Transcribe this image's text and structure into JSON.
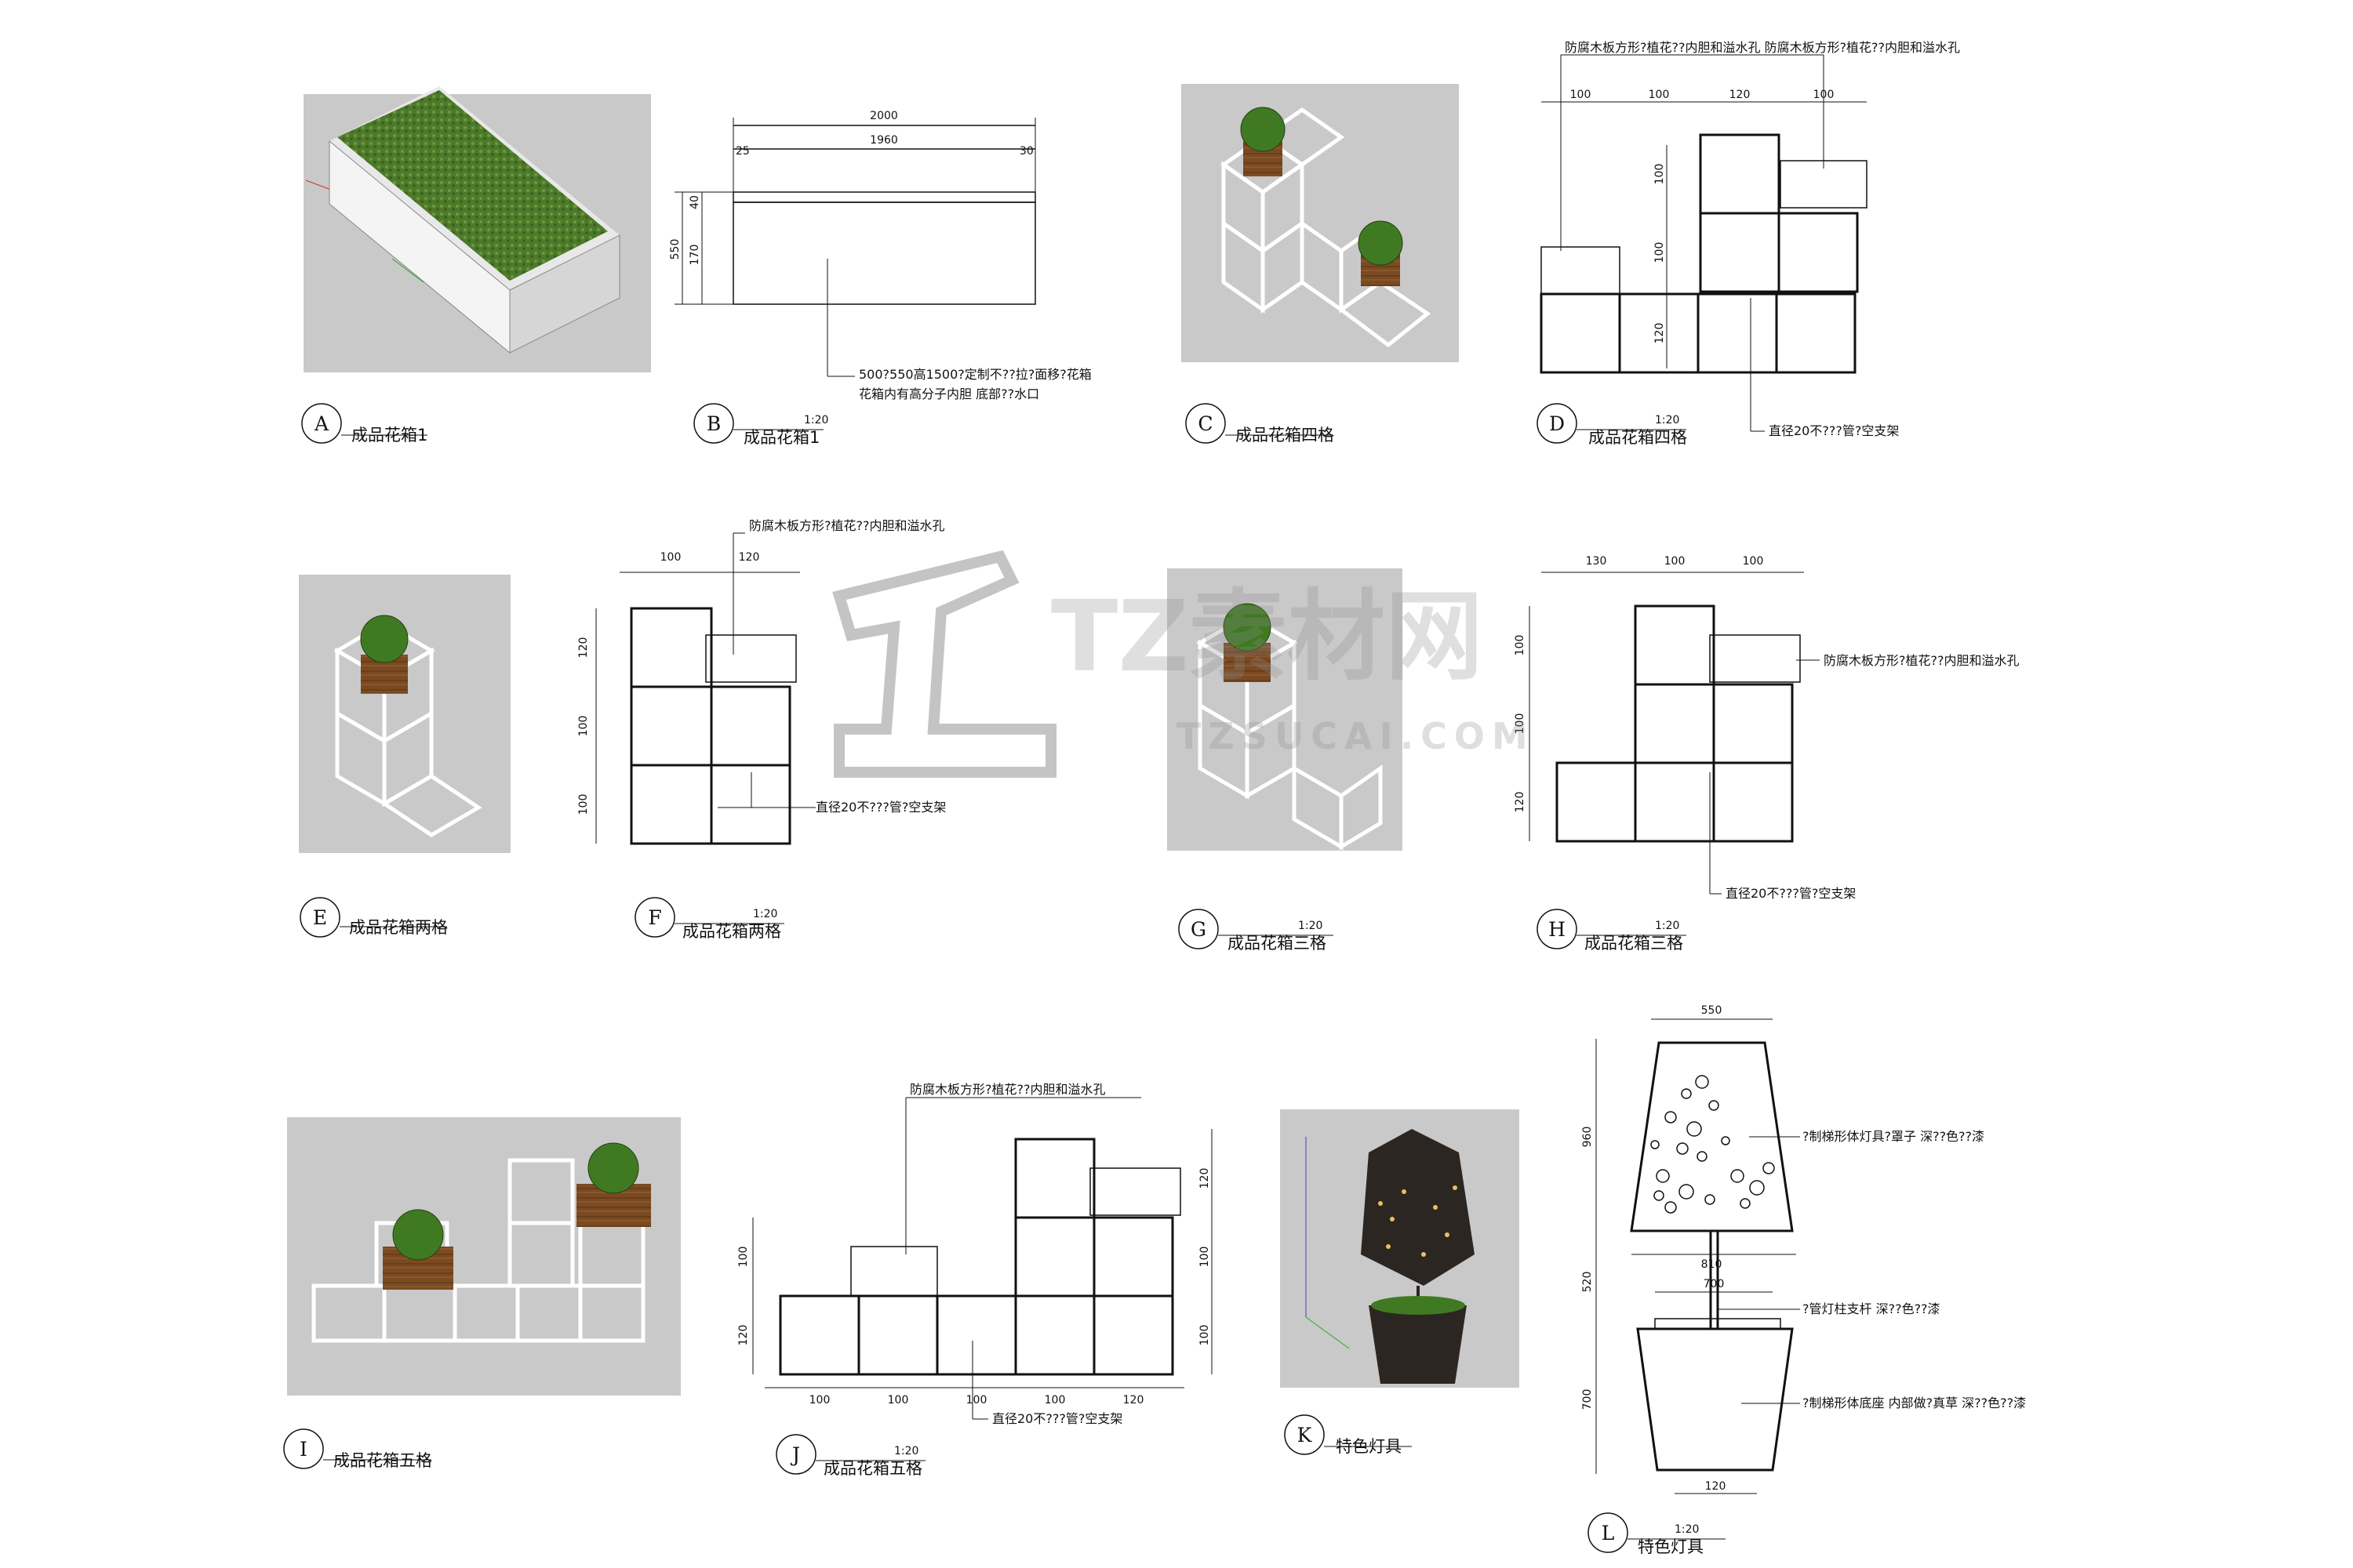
{
  "panels": {
    "A": {
      "letter": "A",
      "title": "成品花箱1"
    },
    "B": {
      "letter": "B",
      "title": "成品花箱1",
      "scale": "1:20",
      "dims": {
        "total": "2000",
        "inner": "1960",
        "left": "25",
        "right": "30",
        "height": "550",
        "h_top": "40",
        "h_mid": "170"
      },
      "note1": "500?550高1500?定制不??拉?面移?花箱",
      "note2": "花箱内有高分子内胆    底部??水口"
    },
    "C": {
      "letter": "C",
      "title": "成品花箱四格"
    },
    "D": {
      "letter": "D",
      "title": "成品花箱四格",
      "scale": "1:20",
      "dims": [
        "100",
        "100",
        "120",
        "100"
      ],
      "vdims": [
        "100",
        "100",
        "120"
      ],
      "note_top": "防腐木板方形?植花??内胆和溢水孔 防腐木板方形?植花??内胆和溢水孔",
      "note_pipe": "直径20不???管?空支架"
    },
    "E": {
      "letter": "E",
      "title": "成品花箱两格"
    },
    "F": {
      "letter": "F",
      "title": "成品花箱两格",
      "scale": "1:20",
      "dims": [
        "100",
        "120"
      ],
      "vdims": [
        "120",
        "100",
        "100"
      ],
      "note_top": "防腐木板方形?植花??内胆和溢水孔",
      "note_pipe": "直径20不???管?空支架"
    },
    "G": {
      "letter": "G",
      "title": "成品花箱三格",
      "scale": "1:20"
    },
    "H": {
      "letter": "H",
      "title": "成品花箱三格",
      "scale": "1:20",
      "dims": [
        "130",
        "100",
        "100"
      ],
      "vdims": [
        "100",
        "100",
        "120"
      ],
      "note_top": "防腐木板方形?植花??内胆和溢水孔",
      "note_pipe": "直径20不???管?空支架"
    },
    "I": {
      "letter": "I",
      "title": "成品花箱五格"
    },
    "J": {
      "letter": "J",
      "title": "成品花箱五格",
      "scale": "1:20",
      "dims": [
        "100",
        "100",
        "100",
        "100",
        "120"
      ],
      "vdims_left": [
        "100",
        "120"
      ],
      "vdims_right": [
        "120",
        "100",
        "100"
      ],
      "note_top": "防腐木板方形?植花??内胆和溢水孔",
      "note_pipe": "直径20不???管?空支架"
    },
    "K": {
      "letter": "K",
      "title": "特色灯具"
    },
    "L": {
      "letter": "L",
      "title": "特色灯具",
      "scale": "1:20",
      "dims": {
        "top": "550",
        "mid": "810",
        "pole": "700",
        "bottom": "120",
        "h_shade": "960",
        "h_pole": "520",
        "h_base": "700"
      },
      "note_shade": "?制梯形体灯具?罩子  深??色??漆",
      "note_pole": "?管灯柱支杆  深??色??漆",
      "note_base": "?制梯形体底座  内部做?真草  深??色??漆"
    }
  },
  "watermark": {
    "brand": "TZ素材网",
    "url": "TZSUCAI.COM"
  },
  "colors": {
    "line": "#111111",
    "render_bg": "#c9c9c9",
    "grass": "#4d7a2a",
    "wood": "#7a4a22",
    "lamp": "#2b2622"
  }
}
